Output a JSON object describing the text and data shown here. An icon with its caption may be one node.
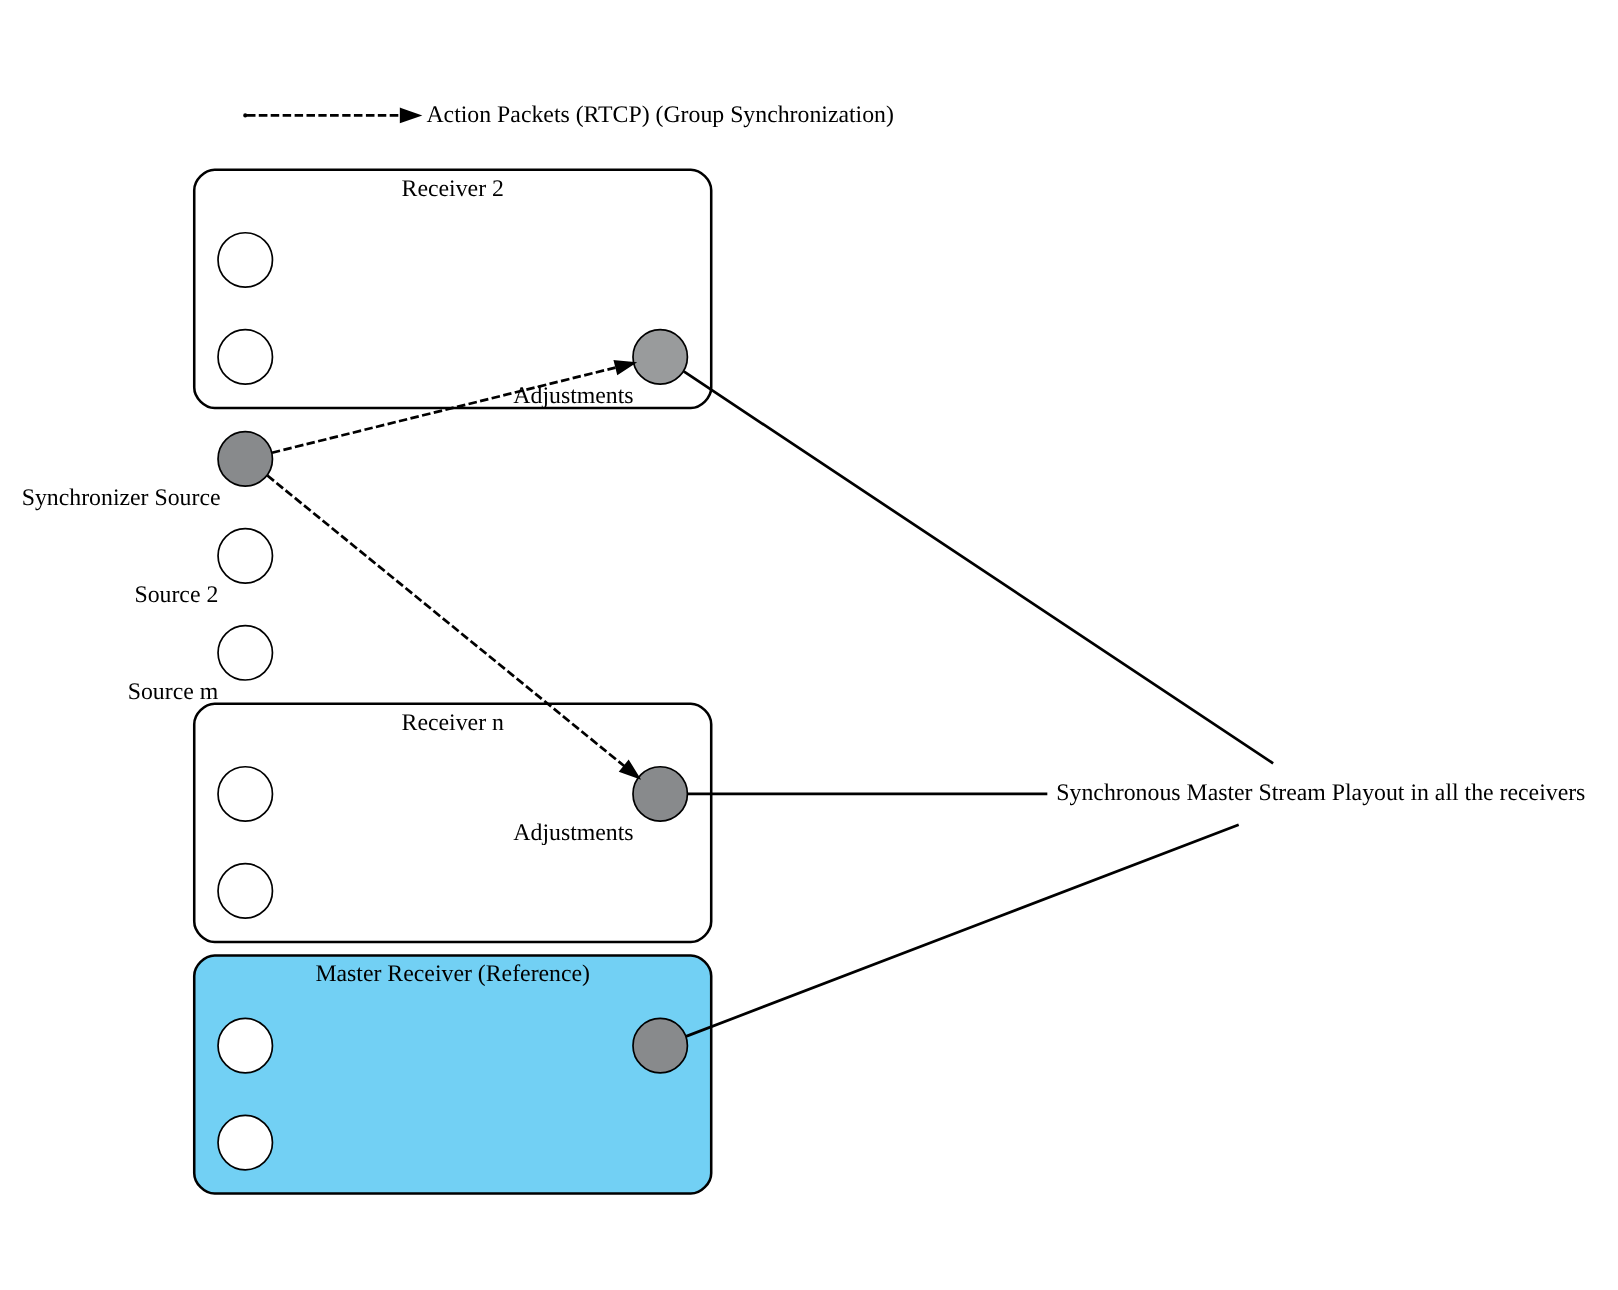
{
  "diagram": {
    "nodes": [
      {
        "text": [
          "Synchronizer Source"
        ]
      },
      {
        "text": [
          "Source 2"
        ]
      },
      {
        "text": [
          "Source m"
        ]
      },
      {
        "text": [
          "Master Receiver (Reference)"
        ]
      },
      {
        "text": [],
        "shape": "circle",
        "in": 3
      },
      {
        "text": [],
        "shape": "circle",
        "in": 3
      },
      {
        "text": [],
        "shape": "circle",
        "in": 3
      },
      {
        "text": [
          "Receiver 2"
        ]
      },
      {
        "text": [],
        "shape": "circle",
        "in": 7,
        "beside": [
          "Adjustments"
        ]
      },
      {
        "text": [],
        "shape": "circle",
        "in": 7
      },
      {
        "text": [],
        "shape": "circle",
        "in": 7
      },
      {
        "text": [
          "Receiver n"
        ]
      },
      {
        "text": [],
        "shape": "circle",
        "in": 11,
        "beside": [
          "Adjustments"
        ]
      },
      {
        "text": [],
        "shape": "circle",
        "in": 11
      },
      {
        "text": [],
        "shape": "circle",
        "in": 11
      },
      {
        "text": [
          "Synchronous Master Stream Playout in all the receivers"
        ]
      }
    ],
    "edges": [
      {
        "from": 0,
        "to": 8,
        "arrow": "to",
        "style": "dashed"
      },
      {
        "from": 0,
        "to": 12,
        "arrow": "to",
        "style": "dashed"
      },
      {
        "from": 4,
        "to": 15,
        "arrow": "none"
      },
      {
        "from": 8,
        "to": 15,
        "arrow": "none"
      },
      {
        "from": 12,
        "to": 15,
        "arrow": "none"
      }
    ],
    "legend": [
      {
        "text": "Action Packets (RTCP) (Group Synchronization)"
      }
    ]
  }
}
